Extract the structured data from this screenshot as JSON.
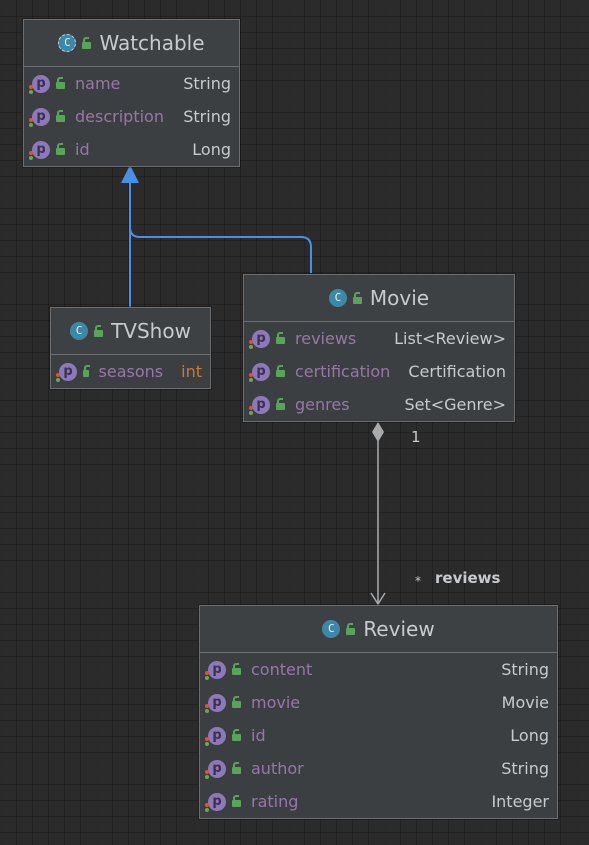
{
  "colors": {
    "background": "#2b2b2b",
    "class_fill": "#3c3f41",
    "class_border": "#6c6e70",
    "class_name": "#c8cbce",
    "field_name": "#9876aa",
    "primitive_type": "#cc7832",
    "inheritance_edge": "#4a8fe7",
    "association_edge": "#a9abad",
    "class_icon": "#3d88a8",
    "property_icon": "#8d79b8",
    "lock_icon": "#5aa35a"
  },
  "classes": {
    "watchable": {
      "name": "Watchable",
      "icon": "abstract-class-icon",
      "icon_letter": "C",
      "fields": [
        {
          "icon_letter": "p",
          "name": "name",
          "type": "String"
        },
        {
          "icon_letter": "p",
          "name": "description",
          "type": "String"
        },
        {
          "icon_letter": "p",
          "name": "id",
          "type": "Long"
        }
      ]
    },
    "tvshow": {
      "name": "TVShow",
      "icon": "class-icon",
      "icon_letter": "C",
      "fields": [
        {
          "icon_letter": "p",
          "name": "seasons",
          "type": "int"
        }
      ]
    },
    "movie": {
      "name": "Movie",
      "icon": "class-icon",
      "icon_letter": "C",
      "fields": [
        {
          "icon_letter": "p",
          "name": "reviews",
          "type": "List<Review>"
        },
        {
          "icon_letter": "p",
          "name": "certification",
          "type": "Certification"
        },
        {
          "icon_letter": "p",
          "name": "genres",
          "type": "Set<Genre>"
        }
      ]
    },
    "review": {
      "name": "Review",
      "icon": "class-icon",
      "icon_letter": "C",
      "fields": [
        {
          "icon_letter": "p",
          "name": "content",
          "type": "String"
        },
        {
          "icon_letter": "p",
          "name": "movie",
          "type": "Movie"
        },
        {
          "icon_letter": "p",
          "name": "id",
          "type": "Long"
        },
        {
          "icon_letter": "p",
          "name": "author",
          "type": "String"
        },
        {
          "icon_letter": "p",
          "name": "rating",
          "type": "Integer"
        }
      ]
    }
  },
  "relations": {
    "inheritance": [
      "TVShow extends Watchable",
      "Movie extends Watchable"
    ],
    "composition": {
      "owner_multiplicity": "1",
      "target_multiplicity": "*",
      "role": "reviews"
    }
  }
}
